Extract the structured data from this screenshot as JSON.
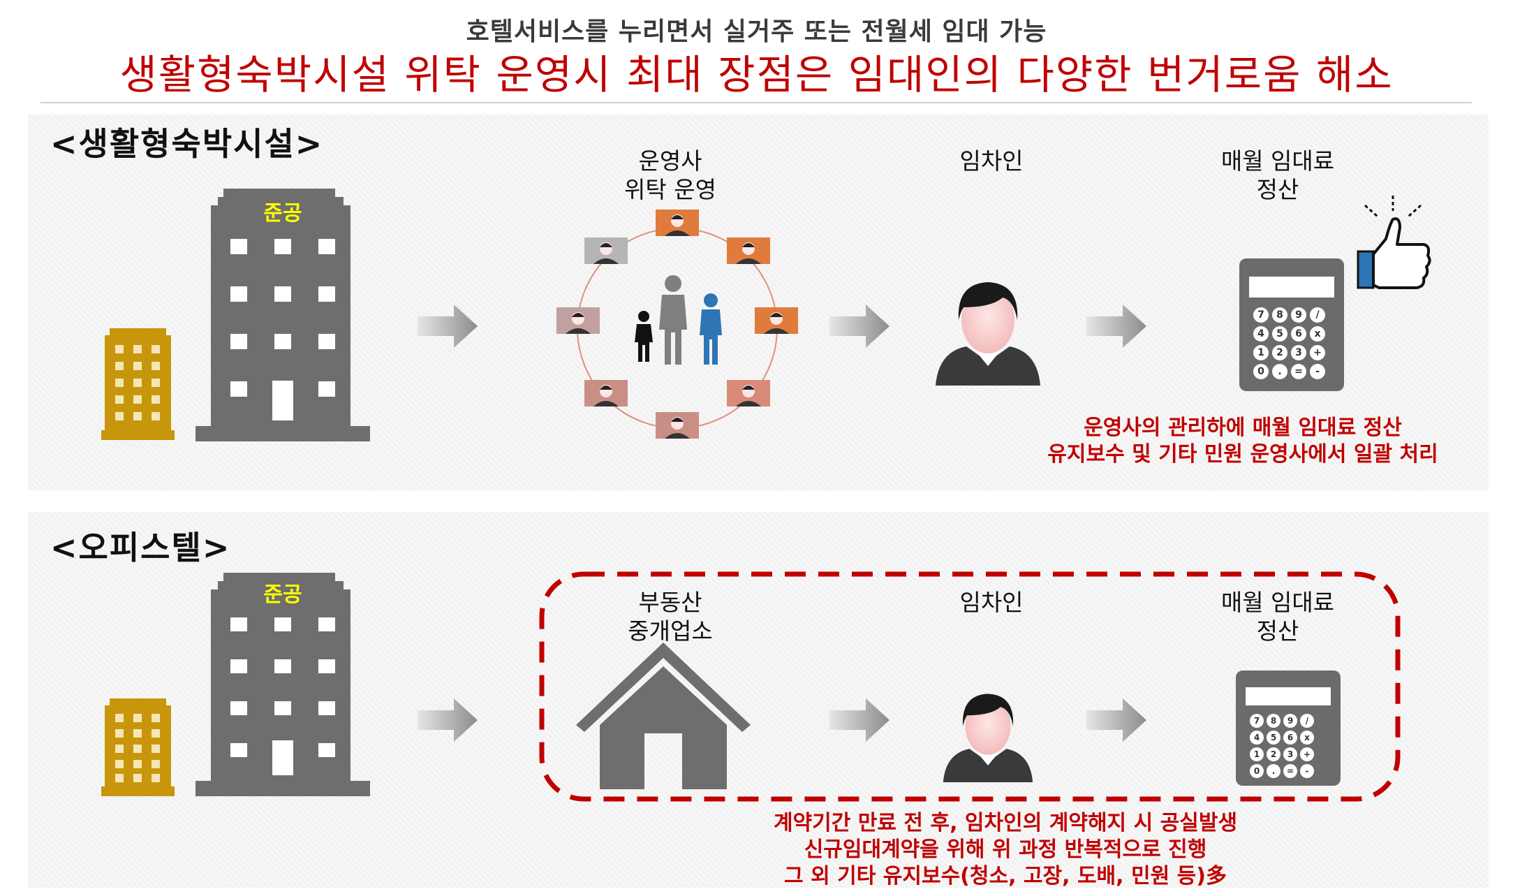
{
  "header": {
    "subtitle": "호텔서비스를 누리면서 실거주 또는 전월세 임대 가능",
    "title": "생활형숙박시설 위탁 운영시 최대 장점은 임대인의 다양한 번거로움 해소"
  },
  "panel1": {
    "title": "<생활형숙박시설>",
    "badge": "준공",
    "operator_label_1": "운영사",
    "operator_label_2": "위탁 운영",
    "tenant_label": "임차인",
    "rent_label_1": "매월 임대료",
    "rent_label_2": "정산",
    "note_1": "운영사의 관리하에 매월 임대료 정산",
    "note_2": "유지보수 및 기타 민원 운영사에서 일괄 처리",
    "calc_keys": [
      "7",
      "8",
      "9",
      "/",
      "4",
      "5",
      "6",
      "x",
      "1",
      "2",
      "3",
      "+",
      "0",
      ".",
      "=",
      "-"
    ]
  },
  "panel2": {
    "title": "<오피스텔>",
    "badge": "준공",
    "agency_label_1": "부동산",
    "agency_label_2": "중개업소",
    "tenant_label": "임차인",
    "rent_label_1": "매월 임대료",
    "rent_label_2": "정산",
    "note_1": "계약기간 만료 전 후, 임차인의 계약해지 시 공실발생",
    "note_2": "신규임대계약을 위해 위 과정 반복적으로 진행",
    "note_3": "그 외 기타 유지보수(청소, 고장, 도배, 민원 등)多",
    "calc_keys": [
      "7",
      "8",
      "9",
      "/",
      "4",
      "5",
      "6",
      "x",
      "1",
      "2",
      "3",
      "+",
      "0",
      ".",
      "=",
      "-"
    ]
  },
  "colors": {
    "accent_red": "#c00000",
    "building_gray": "#6e6e6e",
    "building_gold": "#c8960c",
    "badge_yellow": "#ffff00",
    "thumbs_blue": "#2e75b6"
  }
}
